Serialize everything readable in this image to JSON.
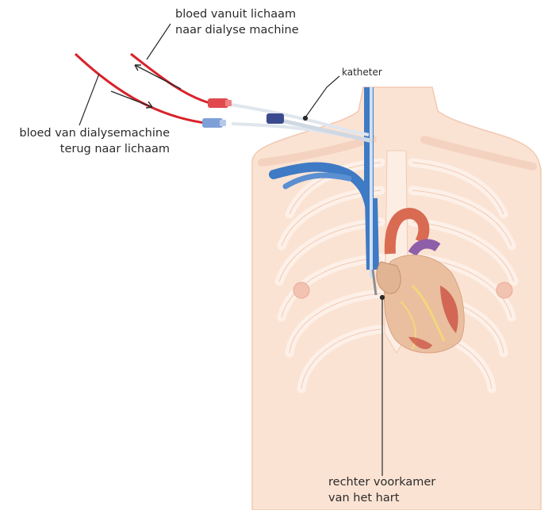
{
  "labels": {
    "blood_from_body": [
      "bloed vanuit lichaam",
      "naar dialyse machine"
    ],
    "blood_to_body": [
      "bloed van dialysemachine",
      "terug naar lichaam"
    ],
    "catheter": "katheter",
    "right_atrium": [
      "rechter voorkamer",
      "van het hart"
    ]
  },
  "colors": {
    "skin": "#fbe3d3",
    "skin_outline": "#f1c9b3",
    "rib": "#fdeee4",
    "tube_red": "#d9222a",
    "tube_blue": "#5b8fd1",
    "vein_blue": "#3f7ac4",
    "heart": "#e9bfa0",
    "heart_red": "#c94a3c",
    "text": "#2b2b2b"
  }
}
